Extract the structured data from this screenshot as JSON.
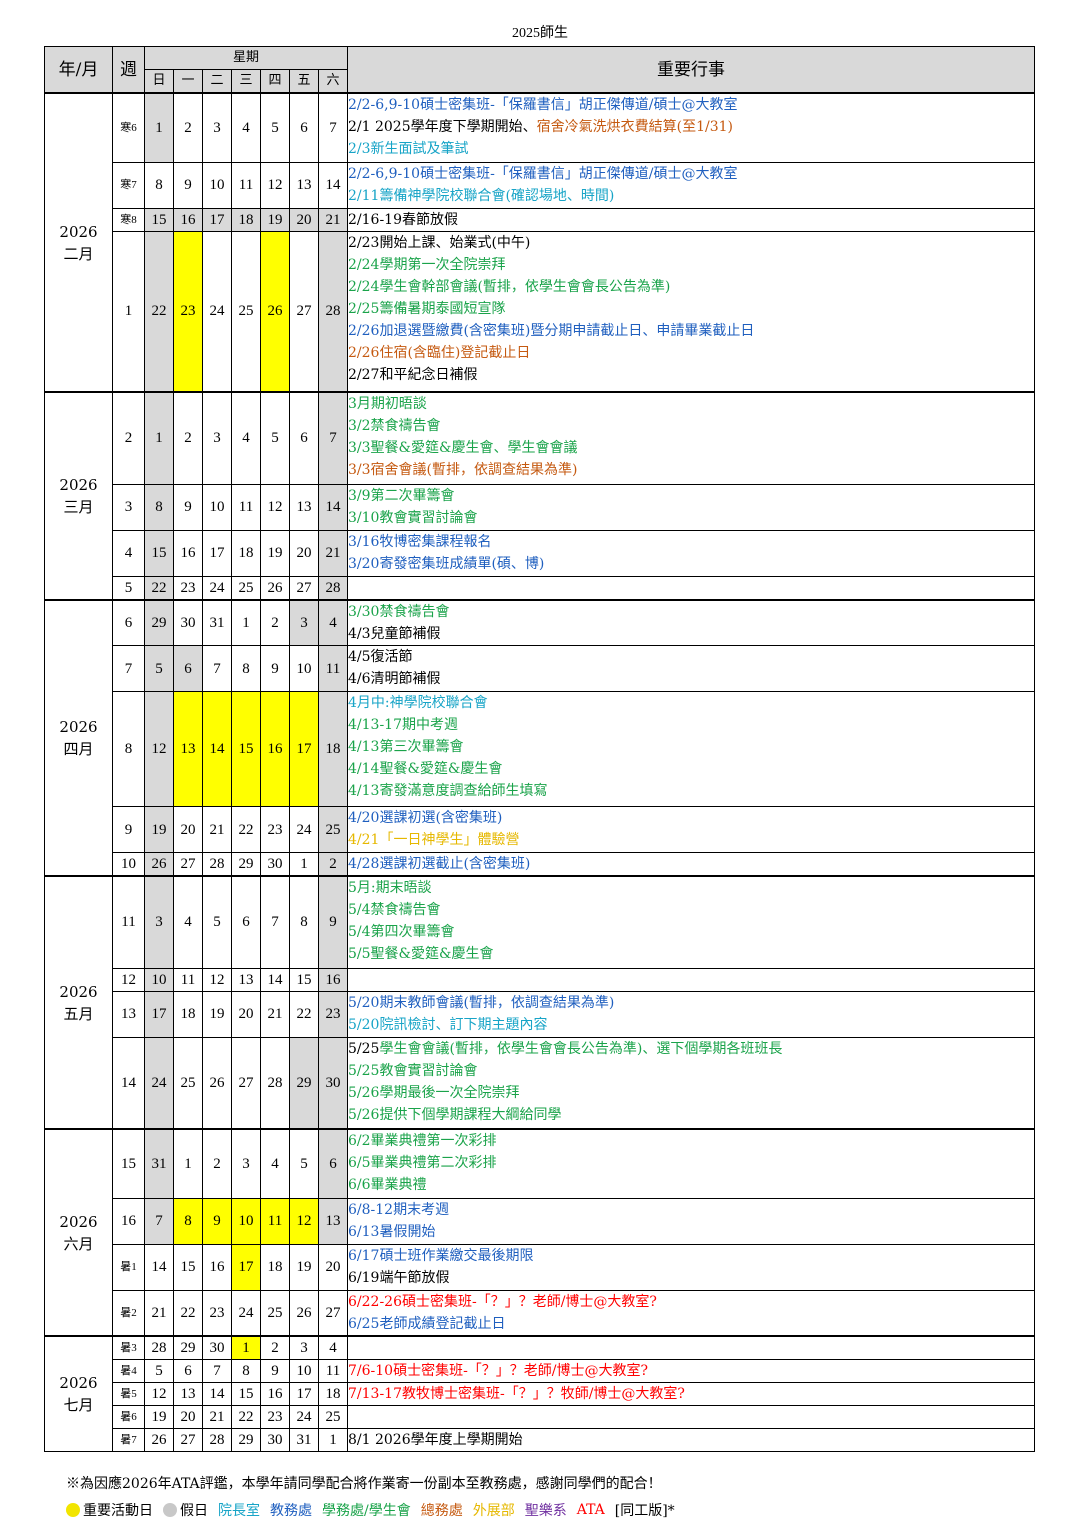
{
  "document_title": "2025師生",
  "header": {
    "year_month": "年/月",
    "week": "週",
    "weekday_group": "星期",
    "weekdays": [
      "日",
      "一",
      "二",
      "三",
      "四",
      "五",
      "六"
    ],
    "events": "重要行事"
  },
  "colors": {
    "black": "#000000",
    "blue": "#1f5fbf",
    "teal": "#17a4c7",
    "green": "#1aa34a",
    "orange": "#c55a11",
    "yellow": "#e6b800",
    "purple": "#7030a0",
    "red": "#ff0000",
    "gray": "#d9d9d9",
    "highlight": "#ffff00"
  },
  "months": [
    {
      "label": "2026\n二月",
      "rows": 4
    },
    {
      "label": "2026\n三月",
      "rows": 4
    },
    {
      "label": "2026\n四月",
      "rows": 5
    },
    {
      "label": "2026\n五月",
      "rows": 4
    },
    {
      "label": "2026\n六月",
      "rows": 4
    },
    {
      "label": "2026\n七月",
      "rows": 5
    }
  ],
  "weeks": [
    {
      "week": "寒6",
      "small": true,
      "days": [
        1,
        2,
        3,
        4,
        5,
        6,
        7
      ],
      "gray": [
        0
      ],
      "yellow": [],
      "events": [
        {
          "text": "2/2-6,9-10碩士密集班-「保羅書信」胡正傑傳道/碩士@大教室",
          "color": "blue"
        },
        {
          "text": "2/1 2025學年度下學期開始、",
          "color": "black",
          "append": {
            "text": "宿舍冷氣洗烘衣費結算(至1/31)",
            "color": "orange"
          }
        },
        {
          "text": "2/3新生面試及筆試",
          "color": "teal"
        }
      ]
    },
    {
      "week": "寒7",
      "small": true,
      "days": [
        8,
        9,
        10,
        11,
        12,
        13,
        14
      ],
      "gray": [],
      "yellow": [],
      "events": [
        {
          "text": "2/2-6,9-10碩士密集班-「保羅書信」胡正傑傳道/碩士@大教室",
          "color": "blue"
        },
        {
          "text": "2/11籌備神學院校聯合會(確認場地、時間)",
          "color": "teal"
        }
      ]
    },
    {
      "week": "寒8",
      "small": true,
      "days": [
        15,
        16,
        17,
        18,
        19,
        20,
        21
      ],
      "gray": [
        0,
        1,
        2,
        3,
        4,
        5,
        6
      ],
      "yellow": [],
      "events": [
        {
          "text": "2/16-19春節放假",
          "color": "black"
        }
      ]
    },
    {
      "week": "1",
      "small": false,
      "days": [
        22,
        23,
        24,
        25,
        26,
        27,
        28
      ],
      "gray": [
        0,
        6
      ],
      "yellow": [
        1,
        4
      ],
      "events": [
        {
          "text": "2/23開始上課、始業式(中午)",
          "color": "black"
        },
        {
          "text": "2/24學期第一次全院崇拜",
          "color": "green"
        },
        {
          "text": "2/24學生會幹部會議(暫排，依學生會會長公告為準)",
          "color": "green"
        },
        {
          "text": "2/25籌備暑期泰國短宣隊",
          "color": "green"
        },
        {
          "text": "2/26加退選暨繳費(含密集班)暨分期申請截止日、申請畢業截止日",
          "color": "blue"
        },
        {
          "text": "2/26住宿(含臨住)登記截止日",
          "color": "orange"
        },
        {
          "text": "2/27和平紀念日補假",
          "color": "black"
        }
      ]
    },
    {
      "week": "2",
      "small": false,
      "days": [
        1,
        2,
        3,
        4,
        5,
        6,
        7
      ],
      "gray": [
        0,
        6
      ],
      "yellow": [],
      "events": [
        {
          "text": "3月期初晤談",
          "color": "green"
        },
        {
          "text": "3/2禁食禱告會",
          "color": "green"
        },
        {
          "text": "3/3聖餐&愛筵&慶生會、學生會會議",
          "color": "green"
        },
        {
          "text": "3/3宿舍會議(暫排，依調查結果為準)",
          "color": "orange"
        }
      ]
    },
    {
      "week": "3",
      "small": false,
      "days": [
        8,
        9,
        10,
        11,
        12,
        13,
        14
      ],
      "gray": [
        0,
        6
      ],
      "yellow": [],
      "events": [
        {
          "text": "3/9第二次畢籌會",
          "color": "green"
        },
        {
          "text": "3/10教會實習討論會",
          "color": "green"
        }
      ]
    },
    {
      "week": "4",
      "small": false,
      "days": [
        15,
        16,
        17,
        18,
        19,
        20,
        21
      ],
      "gray": [
        0,
        6
      ],
      "yellow": [],
      "events": [
        {
          "text": "3/16牧博密集課程報名",
          "color": "blue"
        },
        {
          "text": "3/20寄發密集班成績單(碩、博)",
          "color": "blue"
        }
      ]
    },
    {
      "week": "5",
      "small": false,
      "days": [
        22,
        23,
        24,
        25,
        26,
        27,
        28
      ],
      "gray": [
        0,
        6
      ],
      "yellow": [],
      "events": []
    },
    {
      "week": "6",
      "small": false,
      "days": [
        29,
        30,
        31,
        1,
        2,
        3,
        4
      ],
      "gray": [
        0,
        5,
        6
      ],
      "yellow": [],
      "events": [
        {
          "text": "3/30禁食禱告會",
          "color": "green"
        },
        {
          "text": "4/3兒童節補假",
          "color": "black"
        }
      ]
    },
    {
      "week": "7",
      "small": false,
      "days": [
        5,
        6,
        7,
        8,
        9,
        10,
        11
      ],
      "gray": [
        0,
        1,
        6
      ],
      "yellow": [],
      "events": [
        {
          "text": "4/5復活節",
          "color": "black"
        },
        {
          "text": "4/6清明節補假",
          "color": "black"
        }
      ]
    },
    {
      "week": "8",
      "small": false,
      "days": [
        12,
        13,
        14,
        15,
        16,
        17,
        18
      ],
      "gray": [
        0,
        6
      ],
      "yellow": [
        1,
        2,
        3,
        4,
        5
      ],
      "events": [
        {
          "text": "4月中:神學院校聯合會",
          "color": "teal"
        },
        {
          "text": "4/13-17期中考週",
          "color": "green"
        },
        {
          "text": "4/13第三次畢籌會",
          "color": "green"
        },
        {
          "text": "4/14聖餐&愛筵&慶生會",
          "color": "green"
        },
        {
          "text": "4/13寄發滿意度調查給師生填寫",
          "color": "green"
        }
      ]
    },
    {
      "week": "9",
      "small": false,
      "days": [
        19,
        20,
        21,
        22,
        23,
        24,
        25
      ],
      "gray": [
        0,
        6
      ],
      "yellow": [],
      "events": [
        {
          "text": "4/20選課初選(含密集班)",
          "color": "blue"
        },
        {
          "text": "4/21「一日神學生」體驗營",
          "color": "yellow"
        }
      ]
    },
    {
      "week": "10",
      "small": false,
      "days": [
        26,
        27,
        28,
        29,
        30,
        1,
        2
      ],
      "gray": [
        0,
        6
      ],
      "yellow": [],
      "events": [
        {
          "text": "4/28選課初選截止(含密集班)",
          "color": "blue"
        }
      ]
    },
    {
      "week": "11",
      "small": false,
      "days": [
        3,
        4,
        5,
        6,
        7,
        8,
        9
      ],
      "gray": [
        0,
        6
      ],
      "yellow": [],
      "events": [
        {
          "text": "5月:期末晤談",
          "color": "green"
        },
        {
          "text": "5/4禁食禱告會",
          "color": "green"
        },
        {
          "text": "5/4第四次畢籌會",
          "color": "green"
        },
        {
          "text": "5/5聖餐&愛筵&慶生會",
          "color": "green"
        }
      ]
    },
    {
      "week": "12",
      "small": false,
      "days": [
        10,
        11,
        12,
        13,
        14,
        15,
        16
      ],
      "gray": [
        0,
        6
      ],
      "yellow": [],
      "events": []
    },
    {
      "week": "13",
      "small": false,
      "days": [
        17,
        18,
        19,
        20,
        21,
        22,
        23
      ],
      "gray": [
        0,
        6
      ],
      "yellow": [],
      "events": [
        {
          "text": "5/20期末教師會議(暫排，依調查結果為準)",
          "color": "blue"
        },
        {
          "text": "5/20院訊檢討、訂下期主題內容",
          "color": "teal"
        }
      ]
    },
    {
      "week": "14",
      "small": false,
      "days": [
        24,
        25,
        26,
        27,
        28,
        29,
        30
      ],
      "gray": [
        0,
        5,
        6
      ],
      "yellow": [],
      "events": [
        {
          "text": "5/25學生會會議(暫排，依學生會會長公告為準)、選下個學期各班班長",
          "color": "green",
          "prefix": {
            "text": "5/25",
            "color": "black"
          }
        },
        {
          "text": "5/25教會實習討論會",
          "color": "green"
        },
        {
          "text": "5/26學期最後一次全院崇拜",
          "color": "green"
        },
        {
          "text": "5/26提供下個學期課程大綱給同學",
          "color": "green"
        }
      ]
    },
    {
      "week": "15",
      "small": false,
      "days": [
        31,
        1,
        2,
        3,
        4,
        5,
        6
      ],
      "gray": [
        0,
        6
      ],
      "yellow": [],
      "events": [
        {
          "text": "6/2畢業典禮第一次彩排",
          "color": "green"
        },
        {
          "text": "6/5畢業典禮第二次彩排",
          "color": "green"
        },
        {
          "text": "6/6畢業典禮",
          "color": "green"
        }
      ]
    },
    {
      "week": "16",
      "small": false,
      "days": [
        7,
        8,
        9,
        10,
        11,
        12,
        13
      ],
      "gray": [
        0,
        6
      ],
      "yellow": [
        1,
        2,
        3,
        4,
        5
      ],
      "events": [
        {
          "text": "6/8-12期末考週",
          "color": "blue"
        },
        {
          "text": "6/13暑假開始",
          "color": "blue"
        }
      ]
    },
    {
      "week": "暑1",
      "small": true,
      "days": [
        14,
        15,
        16,
        17,
        18,
        19,
        20
      ],
      "gray": [],
      "yellow": [
        3
      ],
      "events": [
        {
          "text": "6/17碩士班作業繳交最後期限",
          "color": "blue"
        },
        {
          "text": "6/19端午節放假",
          "color": "black"
        }
      ]
    },
    {
      "week": "暑2",
      "small": true,
      "days": [
        21,
        22,
        23,
        24,
        25,
        26,
        27
      ],
      "gray": [],
      "yellow": [],
      "events": [
        {
          "text": "6/22-26碩士密集班-「？」？老師/博士@大教室?",
          "color": "red"
        },
        {
          "text": "6/25老師成績登記截止日",
          "color": "blue"
        }
      ]
    },
    {
      "week": "暑3",
      "small": true,
      "days": [
        28,
        29,
        30,
        1,
        2,
        3,
        4
      ],
      "gray": [],
      "yellow": [
        3
      ],
      "events": []
    },
    {
      "week": "暑4",
      "small": true,
      "days": [
        5,
        6,
        7,
        8,
        9,
        10,
        11
      ],
      "gray": [],
      "yellow": [],
      "events": [
        {
          "text": "7/6-10碩士密集班-「？」？老師/博士@大教室?",
          "color": "red"
        }
      ]
    },
    {
      "week": "暑5",
      "small": true,
      "days": [
        12,
        13,
        14,
        15,
        16,
        17,
        18
      ],
      "gray": [],
      "yellow": [],
      "events": [
        {
          "text": "7/13-17教牧博士密集班-「？」？牧師/博士@大教室?",
          "color": "red"
        }
      ]
    },
    {
      "week": "暑6",
      "small": true,
      "days": [
        19,
        20,
        21,
        22,
        23,
        24,
        25
      ],
      "gray": [],
      "yellow": [],
      "events": []
    },
    {
      "week": "暑7",
      "small": true,
      "days": [
        26,
        27,
        28,
        29,
        30,
        31,
        1
      ],
      "gray": [],
      "yellow": [],
      "events": [
        {
          "text": "8/1 2026學年度上學期開始",
          "color": "black"
        }
      ]
    }
  ],
  "footnote": "※為因應2026年ATA評鑑，本學年請同學配合將作業寄一份副本至教務處，感謝同學們的配合！",
  "legend": [
    {
      "label": "重要活動日",
      "color": "#f2e500",
      "dot": true
    },
    {
      "label": "假日",
      "color": "#c8c8c8",
      "dot": true
    },
    {
      "label": "院長室",
      "color": "#17a4c7",
      "dot": false
    },
    {
      "label": "教務處",
      "color": "#1f5fbf",
      "dot": false
    },
    {
      "label": "學務處/學生會",
      "color": "#1aa34a",
      "dot": false
    },
    {
      "label": "總務處",
      "color": "#c55a11",
      "dot": false
    },
    {
      "label": "外展部",
      "color": "#e6b800",
      "dot": false
    },
    {
      "label": "聖樂系",
      "color": "#7030a0",
      "dot": false
    },
    {
      "label": "ATA",
      "color": "#ff0000",
      "dot": false
    },
    {
      "label": "[同工版]*",
      "color": "#000000",
      "dot": false
    }
  ]
}
